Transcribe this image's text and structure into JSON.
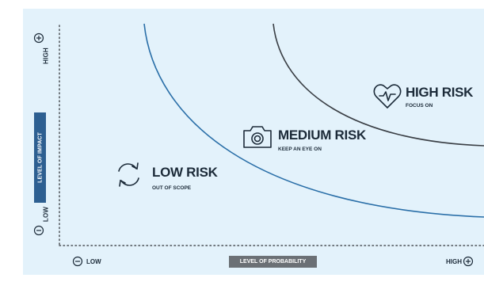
{
  "y_axis": {
    "high_label": "HIGH",
    "low_label": "LOW",
    "title": "LEVEL OF IMPACT"
  },
  "x_axis": {
    "low_label": "LOW",
    "high_label": "HIGH",
    "title": "LEVEL OF PROBABILITY"
  },
  "zones": {
    "low": {
      "title": "LOW RISK",
      "subtitle": "OUT OF SCOPE",
      "icon": "refresh-icon"
    },
    "medium": {
      "title": "MEDIUM RISK",
      "subtitle": "KEEP AN EYE ON",
      "icon": "camera-icon"
    },
    "high": {
      "title": "HIGH RISK",
      "subtitle": "FOCUS ON",
      "icon": "heart-pulse-icon"
    }
  },
  "colors": {
    "background": "#e3f2fb",
    "curve_low_medium": "#2a6fa8",
    "curve_medium_high": "#3a3f45",
    "impact_label_bg": "#2d5f91",
    "probability_label_bg": "#6b7075",
    "text": "#1c2b39"
  }
}
